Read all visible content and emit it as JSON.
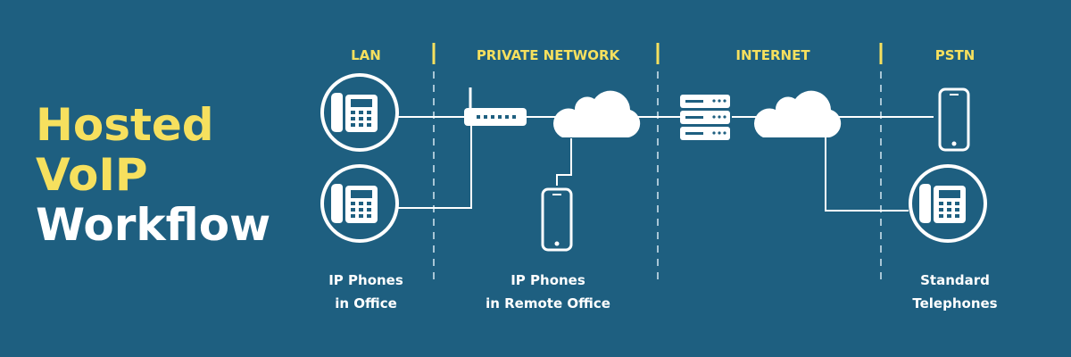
{
  "title": {
    "line1": "Hosted",
    "line2": "VoIP",
    "line3": "Workflow"
  },
  "sections": {
    "lan": "LAN",
    "private_network": "PRIVATE NETWORK",
    "internet": "INTERNET",
    "pstn": "PSTN"
  },
  "labels": {
    "ip_phones_office_line1": "IP Phones",
    "ip_phones_office_line2": "in Office",
    "ip_phones_remote_line1": "IP Phones",
    "ip_phones_remote_line2": "in Remote Office",
    "standard_telephones_line1": "Standard",
    "standard_telephones_line2": "Telephones"
  },
  "colors": {
    "background": "#1e5f80",
    "accent_yellow": "#f6e05e",
    "white": "#ffffff"
  },
  "icons": [
    "desk-phone-icon",
    "router-icon",
    "cloud-icon",
    "server-icon",
    "mobile-phone-icon"
  ]
}
